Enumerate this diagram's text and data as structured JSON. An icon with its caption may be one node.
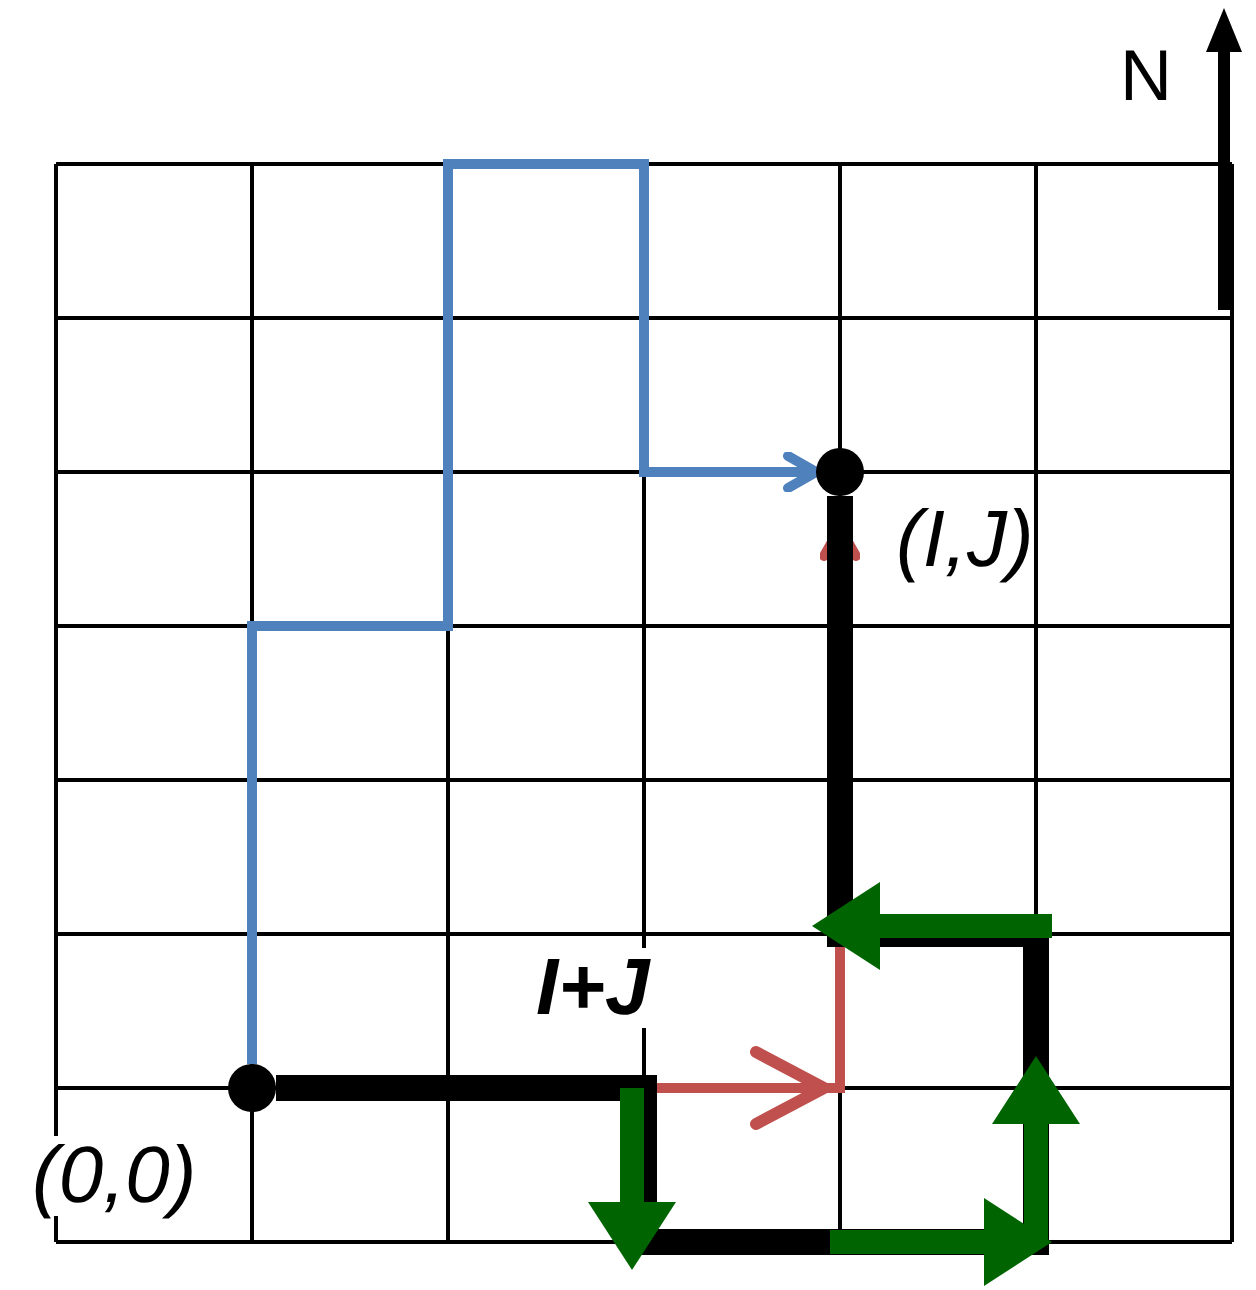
{
  "diagram": {
    "nodes": [
      {
        "text": [],
        "shape": "circle",
        "beside": [
          "(0,0)"
        ]
      },
      {
        "text": [],
        "shape": "circle",
        "beside": [
          "(I,J)"
        ]
      }
    ],
    "edges": [
      {
        "from": 0,
        "to": 1,
        "arrow": "to",
        "color": "#4f81bd"
      },
      {
        "from": 0,
        "to": 1,
        "arrow": "to",
        "color": "#c0504d"
      },
      {
        "from": 0,
        "to": 1,
        "arrow": "none",
        "style": "thick",
        "color": "#000000"
      }
    ],
    "labels": [
      "N",
      "I+J"
    ]
  }
}
